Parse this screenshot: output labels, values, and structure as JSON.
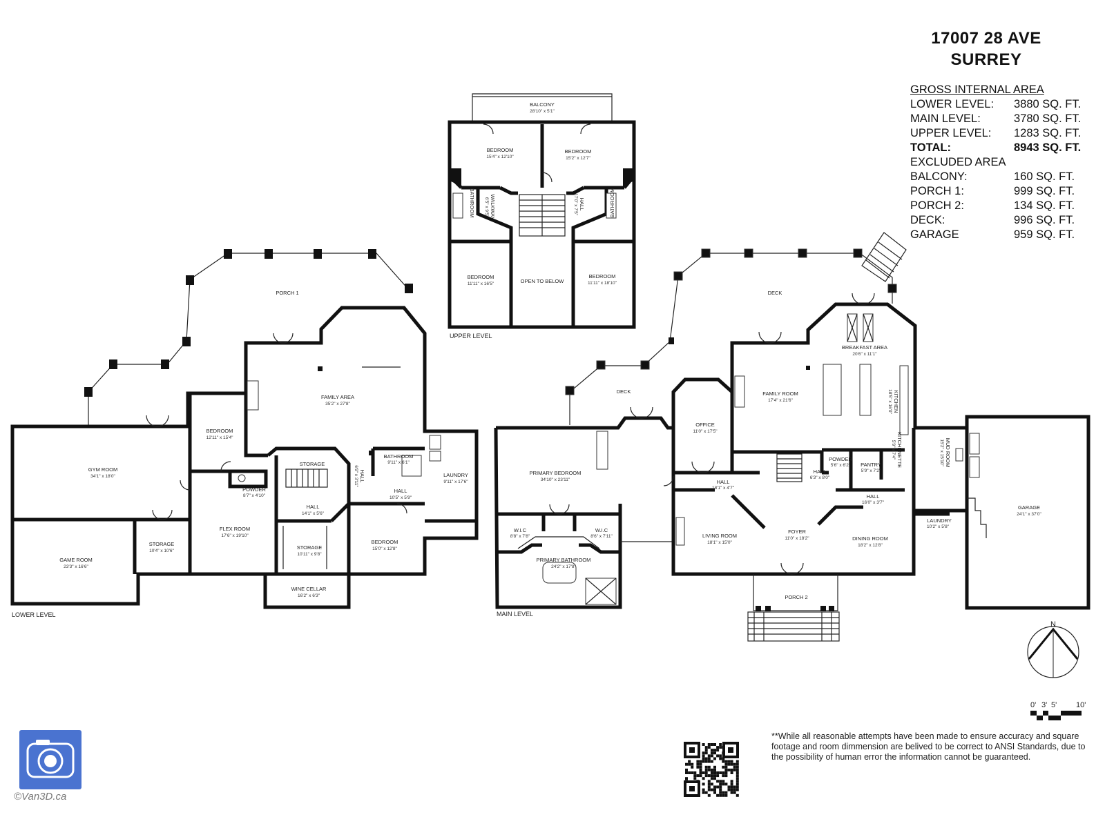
{
  "address": {
    "line1": "17007 28 AVE",
    "line2": "SURREY"
  },
  "areas": {
    "gross_header": "GROSS INTERNAL AREA",
    "lower": {
      "label": "LOWER LEVEL:",
      "value": "3880 SQ. FT."
    },
    "main": {
      "label": "MAIN LEVEL:",
      "value": "3780 SQ. FT."
    },
    "upper": {
      "label": "UPPER LEVEL:",
      "value": "1283 SQ. FT."
    },
    "total": {
      "label": "TOTAL:",
      "value": "8943 SQ. FT."
    },
    "excluded_header": "EXCLUDED AREA",
    "balcony": {
      "label": "BALCONY:",
      "value": "160 SQ. FT."
    },
    "porch1": {
      "label": "PORCH 1:",
      "value": "999 SQ. FT."
    },
    "porch2": {
      "label": "PORCH 2:",
      "value": "134 SQ. FT."
    },
    "deck": {
      "label": "DECK:",
      "value": "996 SQ. FT."
    },
    "garage": {
      "label": "GARAGE",
      "value": "959 SQ. FT."
    }
  },
  "levels": {
    "lower": "LOWER LEVEL",
    "main": "MAIN LEVEL",
    "upper": "UPPER LEVEL"
  },
  "rooms": {
    "balcony": {
      "name": "BALCONY",
      "dim": "28'10\" x 5'1\""
    },
    "up_bed1": {
      "name": "BEDROOM",
      "dim": "15'4\" x 12'10\""
    },
    "up_bed2": {
      "name": "BEDROOM",
      "dim": "15'2\" x 12'7\""
    },
    "up_bed3": {
      "name": "BEDROOM",
      "dim": "11'11\" x 16'5\""
    },
    "up_bed4": {
      "name": "BEDROOM",
      "dim": "11'11\" x 18'10\""
    },
    "open_below": {
      "name": "OPEN TO BELOW"
    },
    "walkway": {
      "name": "WALKWAY",
      "dim": "6'5\" x 9'5\""
    },
    "up_hall": {
      "name": "HALL",
      "dim": "17'0\" x 7'5\""
    },
    "up_bath1": {
      "name": "BATHROOM"
    },
    "up_bath2": {
      "name": "BATHROOM"
    },
    "porch1": {
      "name": "PORCH 1"
    },
    "family_area": {
      "name": "FAMILY AREA",
      "dim": "35'2\" x 27'8\""
    },
    "low_bedroom1": {
      "name": "BEDROOM",
      "dim": "12'11\" x 15'4\""
    },
    "gym": {
      "name": "GYM ROOM",
      "dim": "34'1\" x 18'0\""
    },
    "game": {
      "name": "GAME ROOM",
      "dim": "23'3\" x 16'6\""
    },
    "storage1": {
      "name": "STORAGE",
      "dim": "10'4\" x 10'6\""
    },
    "flex": {
      "name": "FLEX ROOM",
      "dim": "17'6\" x 19'10\""
    },
    "powder_low": {
      "name": "POWDER",
      "dim": "8'7\" x 4'10\""
    },
    "storage2": {
      "name": "STORAGE"
    },
    "hall_low1": {
      "name": "HALL",
      "dim": "14'1\" x 5'6\""
    },
    "storage3": {
      "name": "STORAGE",
      "dim": "10'11\" x 9'8\""
    },
    "wine": {
      "name": "WINE CELLAR",
      "dim": "16'2\" x 6'3\""
    },
    "bath_low": {
      "name": "BATHROOM",
      "dim": "9'11\" x 6'1\""
    },
    "hall_low2": {
      "name": "HALL",
      "dim": "10'5\" x 5'9\""
    },
    "hall_low3": {
      "name": "HALL",
      "dim": "6'9\" x 3'11\""
    },
    "laundry_low": {
      "name": "LAUNDRY",
      "dim": "9'11\" x 17'6\""
    },
    "low_bedroom2": {
      "name": "BEDROOM",
      "dim": "15'0\" x 12'8\""
    },
    "deck_big": {
      "name": "DECK"
    },
    "deck_small": {
      "name": "DECK"
    },
    "primary_bed": {
      "name": "PRIMARY BEDROOM",
      "dim": "34'10\" x 23'11\""
    },
    "wic1": {
      "name": "W.I.C",
      "dim": "8'8\" x 7'8\""
    },
    "wic2": {
      "name": "W.I.C",
      "dim": "8'6\" x 7'11\""
    },
    "primary_bath": {
      "name": "PRIMARY BATHROOM",
      "dim": "24'2\" x 17'8\""
    },
    "office": {
      "name": "OFFICE",
      "dim": "11'0\" x 17'5\""
    },
    "family_room": {
      "name": "FAMILY ROOM",
      "dim": "17'4\" x 21'6\""
    },
    "breakfast": {
      "name": "BREAKFAST AREA",
      "dim": "20'6\" x 11'1\""
    },
    "kitchen": {
      "name": "KITCHEN",
      "dim": "18'5\" x 16'0\""
    },
    "powder_main": {
      "name": "POWDER",
      "dim": "5'6\" x 6'2\""
    },
    "pantry": {
      "name": "PANTRY",
      "dim": "5'9\" x 7'2\""
    },
    "kitchenette": {
      "name": "KITCHENETTE",
      "dim": "5'9\" x 7'4\""
    },
    "hall_main1": {
      "name": "HALL",
      "dim": "18'1\" x 4'7\""
    },
    "hall_main2": {
      "name": "HALL",
      "dim": "6'3\" x 8'0\""
    },
    "hall_main3": {
      "name": "HALL",
      "dim": "16'0\" x 3'7\""
    },
    "living": {
      "name": "LIVING ROOM",
      "dim": "18'1\" x 15'0\""
    },
    "foyer": {
      "name": "FOYER",
      "dim": "11'0\" x 18'2\""
    },
    "dining": {
      "name": "DINING ROOM",
      "dim": "18'2\" x 12'8\""
    },
    "mud": {
      "name": "MUD ROOM",
      "dim": "15'2\" x 15'10\""
    },
    "laundry_main": {
      "name": "LAUNDRY",
      "dim": "10'2\" x 5'8\""
    },
    "garage": {
      "name": "GARAGE",
      "dim": "24'1\" x 37'0\""
    },
    "porch2": {
      "name": "PORCH 2"
    }
  },
  "compass": "N",
  "scale": {
    "t0": "0'",
    "t1": "3'",
    "t2": "5'",
    "t3": "10'"
  },
  "disclaimer": "**While all reasonable attempts have been made to ensure accuracy and square footage and room dimmension are belived to be correct to ANSI Standards, due to the possibility of human error the information cannot be guaranteed.",
  "credit": "©Van3D.ca"
}
